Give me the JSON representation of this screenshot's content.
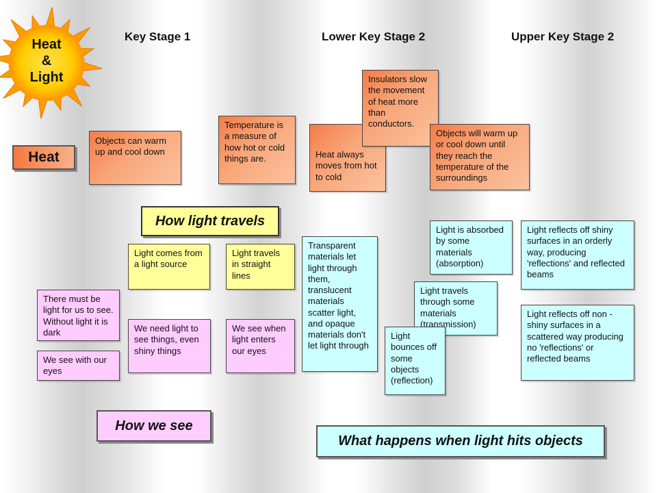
{
  "sun": {
    "lines": [
      "Heat",
      "&",
      "Light"
    ]
  },
  "headers": {
    "ks1": "Key Stage 1",
    "lks2": "Lower Key Stage 2",
    "uks2": "Upper Key Stage 2"
  },
  "labels": {
    "heat": "Heat",
    "how_light_travels": "How light travels",
    "how_we_see": "How we see",
    "light_hits_objects": "What happens when light hits objects"
  },
  "heat_boxes": {
    "warm_cool": "Objects can warm up and cool down",
    "temperature": "Temperature is a measure of how hot or cold things are.",
    "hot_to_cold": "Heat always moves from hot to cold",
    "insulators": "Insulators slow the movement of heat more than conductors.",
    "surroundings": "Objects will warm up or cool down until they reach the temperature of the surroundings"
  },
  "travel_boxes": {
    "light_source": "Light comes from a light source",
    "straight_lines": "Light travels in straight lines"
  },
  "see_boxes": {
    "must_be_light": "There must be light for us to see. Without light it is dark",
    "eyes": "We see with our eyes",
    "need_light": "We need light to see things, even shiny things",
    "enters_eyes": "We see when light enters our eyes"
  },
  "objects_boxes": {
    "transparent": "Transparent materials let light through them, translucent materials scatter light, and opaque materials don't let light through",
    "absorbed": "Light is absorbed by some materials (absorption)",
    "transmission": "Light travels through some materials (transmission)",
    "reflection": "Light bounces off some objects (reflection)",
    "shiny": "Light reflects off shiny surfaces in an orderly way, producing 'reflections' and reflected beams",
    "non_shiny": "Light reflects off non - shiny surfaces in a scattered way producing no 'reflections' or reflected beams"
  },
  "colors": {
    "heat_orange": "#f47c48",
    "travel_yellow": "#ffff99",
    "see_pink": "#ffccff",
    "objects_cyan": "#ccffff",
    "sun_yellow": "#ffd700"
  }
}
